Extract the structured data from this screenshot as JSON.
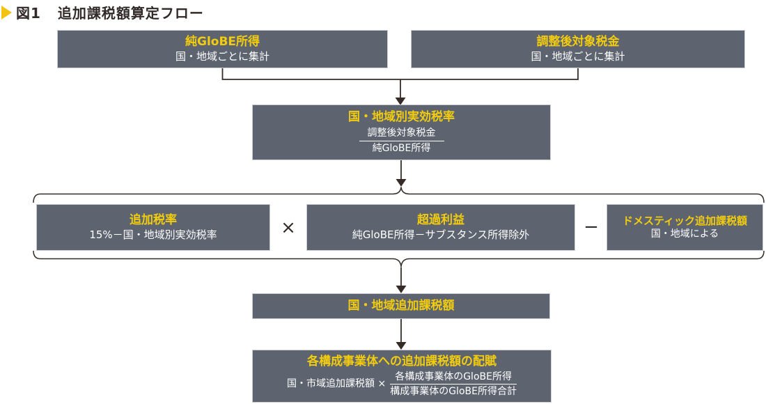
{
  "title": {
    "figure_label": "図1",
    "text": "追加課税額算定フロー"
  },
  "colors": {
    "box_background": "#5d6470",
    "accent_yellow": "#f2cc0d",
    "body_text": "#ffffff",
    "connector_line": "#352c27",
    "title_text": "#322a28"
  },
  "flow": {
    "net_globe_income": {
      "heading": "純GloBE所得",
      "sub": "国・地域ごとに集計"
    },
    "adjusted_covered_taxes": {
      "heading": "調整後対象税金",
      "sub": "国・地域ごとに集計"
    },
    "effective_tax_rate": {
      "heading": "国・地域別実効税率",
      "fraction": {
        "numerator": "調整後対象税金",
        "denominator": "純GloBE所得"
      }
    },
    "topup_tax_rate": {
      "heading": "追加税率",
      "sub": "15%－国・地域別実効税率"
    },
    "multiply_sign": "×",
    "excess_profit": {
      "heading": "超過利益",
      "sub": "純GloBE所得－サブスタンス所得除外"
    },
    "minus_sign": "−",
    "domestic_topup_tax": {
      "heading": "ドメスティック追加課税額",
      "sub": "国・地域による"
    },
    "jurisdictional_topup_tax": {
      "heading": "国・地域追加課税額"
    },
    "allocation": {
      "heading": "各構成事業体への追加課税額の配賦",
      "formula_prefix": "国・市域追加課税額 ×",
      "fraction": {
        "numerator": "各構成事業体のGloBE所得",
        "denominator": "構成事業体のGloBE所得合計"
      }
    }
  }
}
